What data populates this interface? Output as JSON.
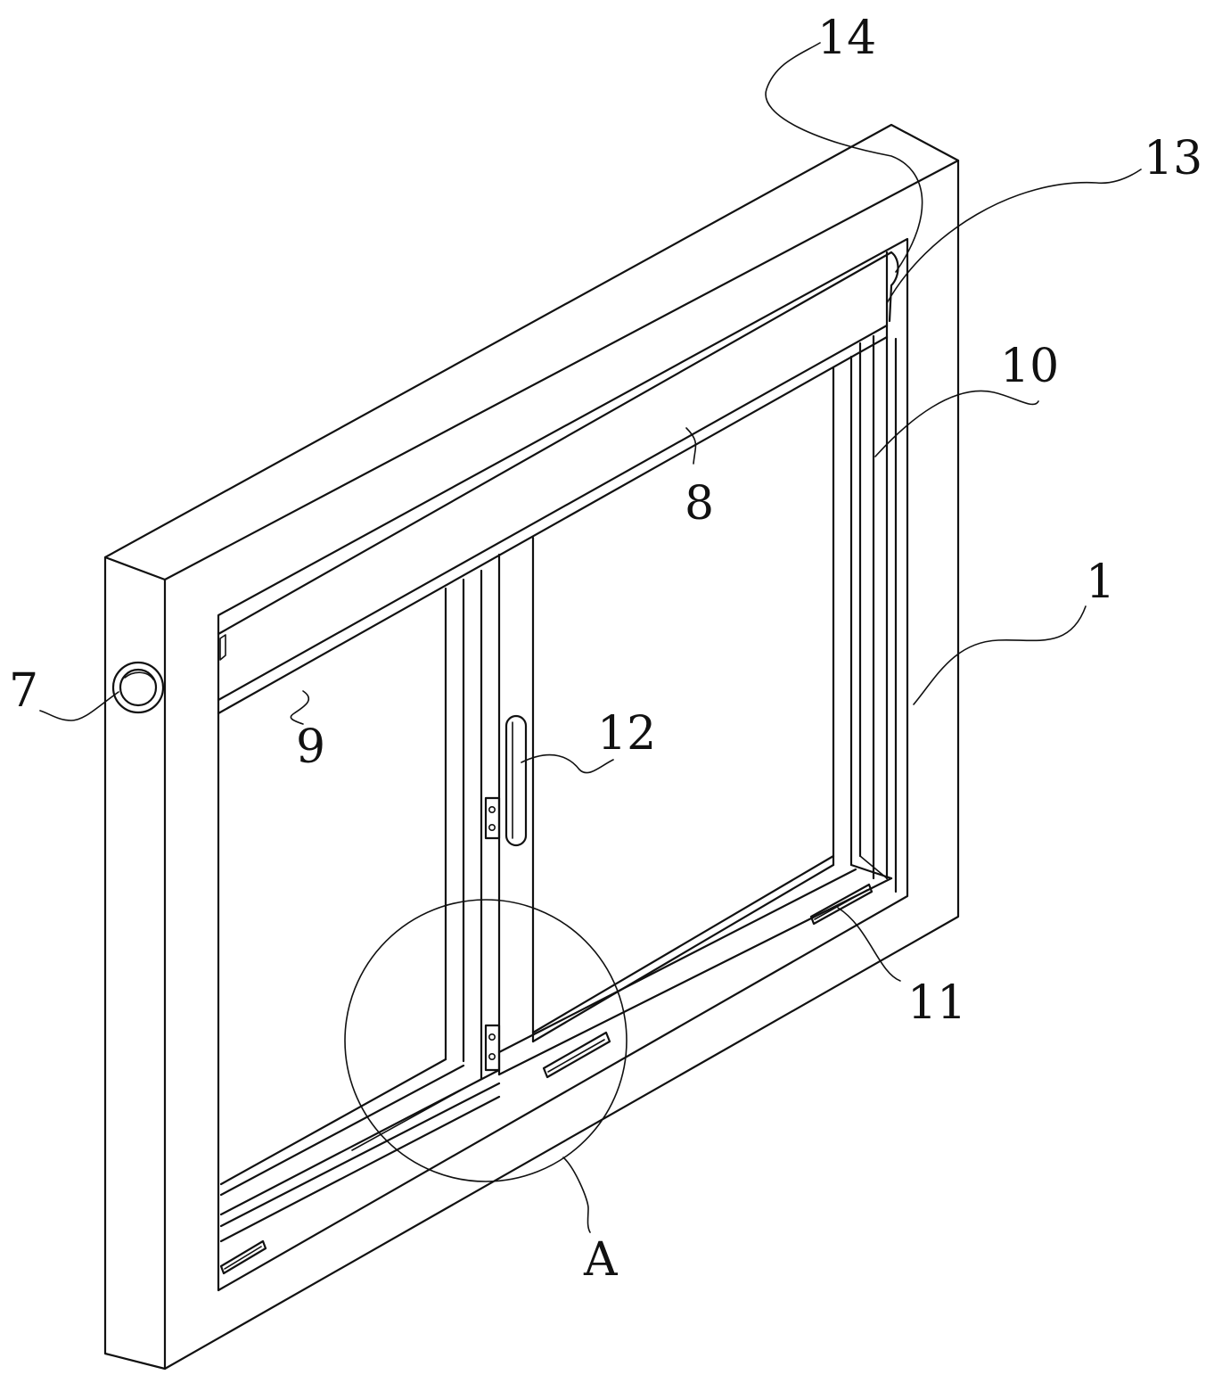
{
  "labels": {
    "l1": "1",
    "l7": "7",
    "l8": "8",
    "l9": "9",
    "l10": "10",
    "l11": "11",
    "l12": "12",
    "l13": "13",
    "l14": "14",
    "lA": "A"
  }
}
